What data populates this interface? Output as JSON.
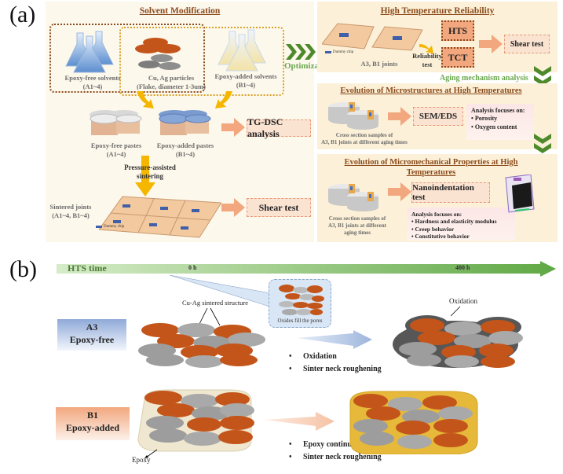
{
  "panel_a": {
    "label": "(a)",
    "solvent_modification": {
      "title": "Solvent Modification",
      "epoxy_free_solvents": {
        "line1": "Epoxy-free solvents",
        "line2": "(A1~4)"
      },
      "particles": {
        "line1": "Cu, Ag particles",
        "line2": "(Flake, diameter 1-3um)"
      },
      "epoxy_added_solvents": {
        "line1": "Epoxy-added solvents",
        "line2": "(B1~4)"
      },
      "epoxy_free_pastes": {
        "line1": "Epoxy-free pastes",
        "line2": "(A1~4)"
      },
      "epoxy_added_pastes": {
        "line1": "Epoxy-added pastes",
        "line2": "(B1~4)"
      },
      "tg_dsc": "TG-DSC analysis",
      "sintering": {
        "line1": "Pressure-assisted",
        "line2": "sintering"
      },
      "sintered_joints": {
        "line1": "Sintered joints",
        "line2": "(A1~4, B1~4)"
      },
      "dummy_chip": "Dummy chip",
      "shear_test": "Shear test"
    },
    "optimization": "Optimization",
    "high_temp_reliability": {
      "title": "High Temperature Reliability",
      "dummy_chip": "Dummy chip",
      "joints": "A3, B1 joints",
      "reliability_test": {
        "line1": "Reliability",
        "line2": "test"
      },
      "hts": "HTS",
      "tct": "TCT",
      "shear_test": "Shear test"
    },
    "aging_mechanism": "Aging mechanism analysis",
    "microstructures": {
      "title": "Evolution of Microstructures at High Temperatures",
      "caption": {
        "line1": "Cross section samples of",
        "line2": "A3, B1 joints at different aging times"
      },
      "method": "SEM/EDS",
      "focus_title": "Analysis focuses on:",
      "focus_items": [
        "Porosity",
        "Oxygen content"
      ]
    },
    "micromechanical": {
      "title_line1": "Evolution of Micromechanical Properties at High",
      "title_line2": "Temperatures",
      "caption": {
        "line1": "Cross section samples of",
        "line2": "A3, B1 joints at different",
        "line3": "aging times"
      },
      "method": "Nanoindentation test",
      "focus_title": "Analysis focuses on:",
      "focus_items": [
        "Hardness and elasticity modulus",
        "Creep behavior",
        "Constitutive behavior"
      ]
    }
  },
  "panel_b": {
    "label": "(b)",
    "timeline": {
      "label": "HTS time",
      "start": "0 h",
      "end": "400 h"
    },
    "inset_caption": "Oxides fill the pores",
    "cu_ag_label": "Cu-Ag sintered structure",
    "oxidation_label": "Oxidation",
    "epoxy_label": "Epoxy",
    "a3": {
      "line1": "A3",
      "line2": "Epoxy-free",
      "bullets": [
        "Oxidation",
        "Sinter neck roughening"
      ]
    },
    "b1": {
      "line1": "B1",
      "line2": "Epoxy-added",
      "bullets": [
        "Epoxy continues curing",
        "Sinter neck roughening"
      ]
    }
  },
  "colors": {
    "copper": "#c4551a",
    "silver": "#9a9a9a",
    "green_accent": "#6aa84f",
    "title_brown": "#8a4a1c",
    "a3_blue": "#8fa9d8",
    "b1_orange": "#f2a77e"
  }
}
